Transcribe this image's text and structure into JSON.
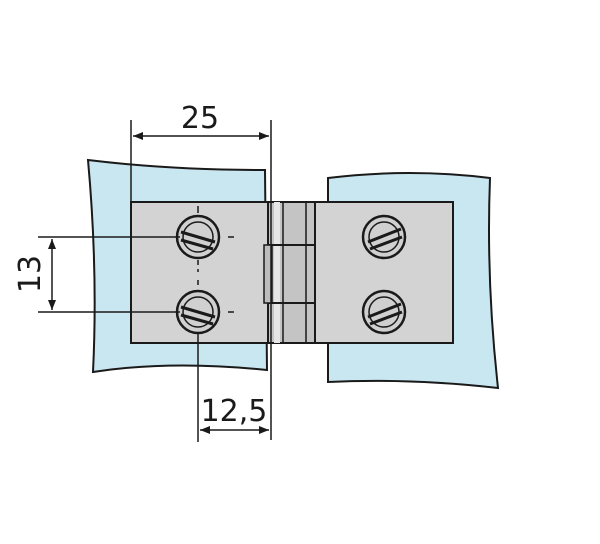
{
  "dimensions": {
    "width_total": "25",
    "hole_spacing": "13",
    "hole_offset": "12,5"
  },
  "colors": {
    "wall": "#c9e7f1",
    "plate": "#d3d3d3",
    "plate_dark": "#9c9c9c",
    "knuckle": "#bdbdbd",
    "outline": "#1a1a1a",
    "screw": "#d0d0d0"
  }
}
